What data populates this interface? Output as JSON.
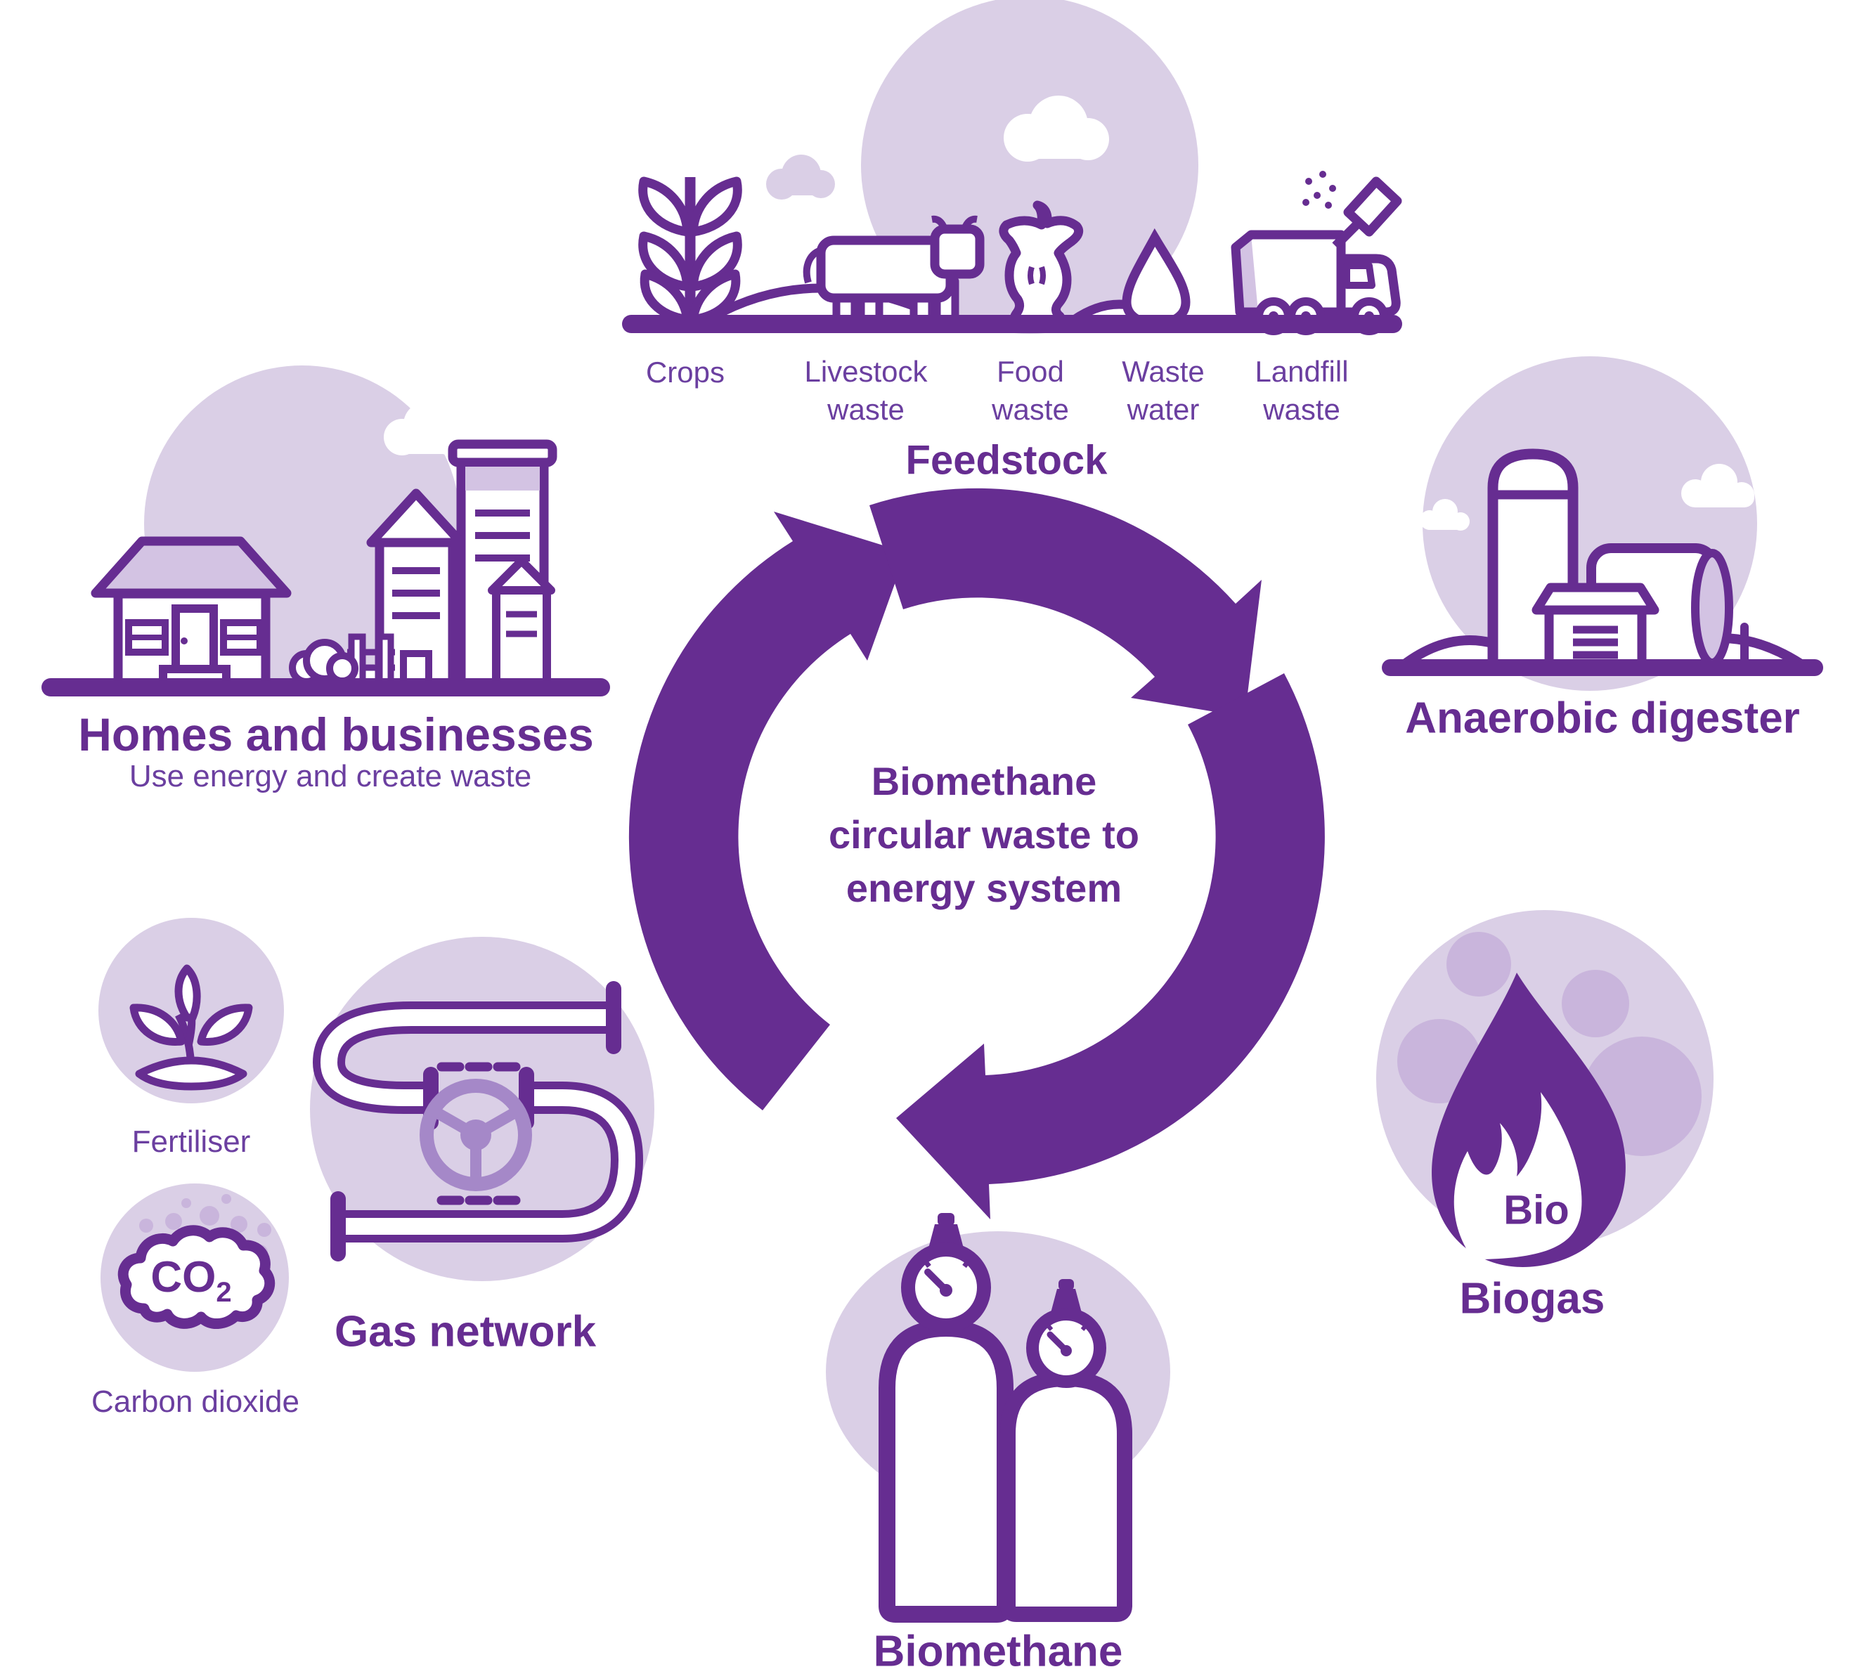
{
  "center": {
    "line1": "Biomethane",
    "line2": "circular waste to",
    "line3": "energy system"
  },
  "feedstock": {
    "title": "Feedstock",
    "items": [
      {
        "label": "Crops",
        "icon": "wheat-icon"
      },
      {
        "label": "Livestock",
        "label2": "waste",
        "icon": "cow-icon"
      },
      {
        "label": "Food",
        "label2": "waste",
        "icon": "apple-core-icon"
      },
      {
        "label": "Waste",
        "label2": "water",
        "icon": "water-drop-icon"
      },
      {
        "label": "Landfill",
        "label2": "waste",
        "icon": "garbage-truck-icon"
      }
    ]
  },
  "homes": {
    "title": "Homes and businesses",
    "subtitle": "Use energy and create waste",
    "icon": "house-buildings-icon"
  },
  "anaerobic_digester": {
    "title": "Anaerobic digester",
    "icon": "farm-silo-icon"
  },
  "biogas": {
    "title": "Biogas",
    "flame_text": "Bio",
    "icon": "flame-icon"
  },
  "biomethane": {
    "title": "Biomethane",
    "icon": "gas-cylinders-icon"
  },
  "gas_network": {
    "title": "Gas network",
    "icon": "pipe-valve-icon"
  },
  "fertiliser": {
    "label": "Fertiliser",
    "icon": "seedling-icon"
  },
  "carbon_dioxide": {
    "label": "Carbon dioxide",
    "formula": "CO",
    "formula_subscript": "2",
    "icon": "co2-cloud-icon"
  },
  "colors": {
    "primary_purple": "#662d91",
    "label_purple": "#6b3fa0",
    "lavender": "#dacfe6",
    "mid_lavender": "#d3c3e3",
    "bubble_lavender": "#c9b5dc",
    "valve_lilac": "#a588c8",
    "background": "#ffffff"
  }
}
